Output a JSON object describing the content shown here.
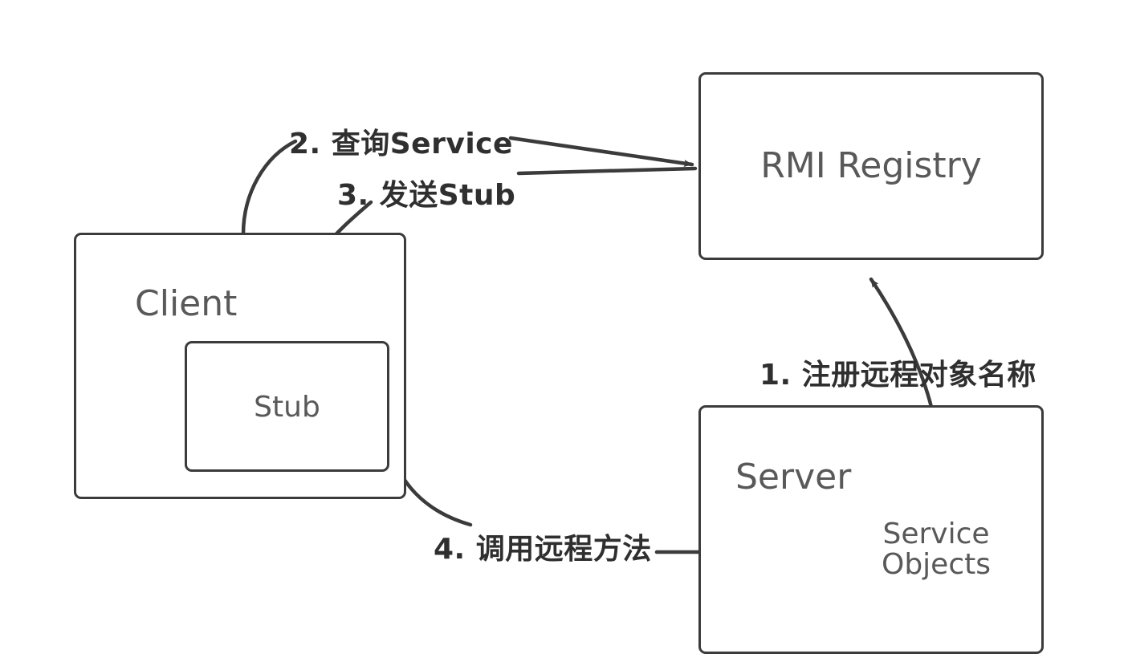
{
  "diagram": {
    "title": "RMI Registry interaction diagram",
    "stroke_color": "#3b3b3b",
    "text_color": "#595959",
    "label_color": "#2f2f2f",
    "background": "#ffffff",
    "nodes": {
      "registry": {
        "label": "RMI Registry",
        "shape": "rounded-rect"
      },
      "client": {
        "label": "Client",
        "shape": "rounded-rect"
      },
      "stub": {
        "label": "Stub",
        "shape": "rounded-rect"
      },
      "server": {
        "label": "Server",
        "shape": "rounded-rect"
      },
      "service_objects": {
        "label_line1": "Service",
        "label_line2": "Objects",
        "shape": "circle"
      }
    },
    "edges": [
      {
        "id": "1",
        "label": "1. 注册远程对象名称",
        "from": "service_objects",
        "to": "registry",
        "arrow": true
      },
      {
        "id": "2",
        "label": "2. 查询Service",
        "from": "client",
        "to": "registry",
        "arrow": true
      },
      {
        "id": "3",
        "label": "3. 发送Stub",
        "from": "registry",
        "to": "stub",
        "arrow": true
      },
      {
        "id": "4",
        "label": "4. 调用远程方法",
        "from": "stub",
        "to": "service_objects",
        "arrow": true
      }
    ]
  }
}
